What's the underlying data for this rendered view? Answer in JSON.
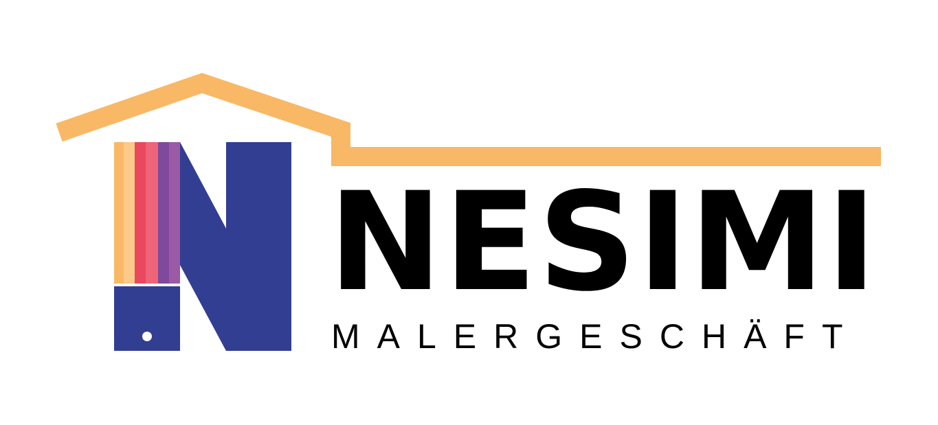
{
  "logo": {
    "name": "NESIMI",
    "subtitle": "MALERGESCHÄFT",
    "colors": {
      "background": "#ffffff",
      "roof": "#f9b866",
      "n_letter": "#313e92",
      "brush_handle": "#313e92",
      "stripe_orange": "#f9b866",
      "stripe_red": "#e9485e",
      "stripe_purple": "#7e4a9d",
      "text": "#000000"
    },
    "icons": [
      "house-roof-icon",
      "paint-brush-icon",
      "letter-n-mark"
    ]
  }
}
